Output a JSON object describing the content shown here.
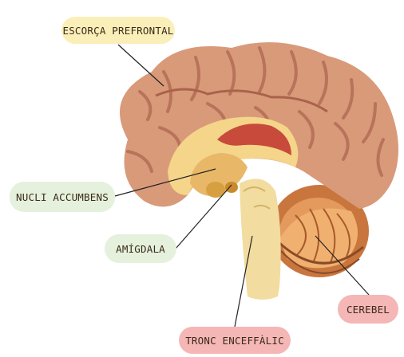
{
  "diagram": {
    "labels": {
      "prefrontal_cortex": "ESCORÇA PREFRONTAL",
      "nucleus_accumbens": "NUCLI ACCUMBENS",
      "amygdala": "AMÍGDALA",
      "cerebellum": "CEREBEL",
      "brainstem": "TRONC ENCEFFÀLIC"
    },
    "colors": {
      "cortex": "#d99a7a",
      "cortex_fold": "#b8735a",
      "inner_yellow": "#f4d58a",
      "corpus_callosum": "#c84a3a",
      "cerebellum": "#c8763e",
      "brainstem": "#f2dca0",
      "label_yellow": "#fbefb9",
      "label_green": "#e5f1dc",
      "label_pink": "#f5b6b6"
    }
  }
}
